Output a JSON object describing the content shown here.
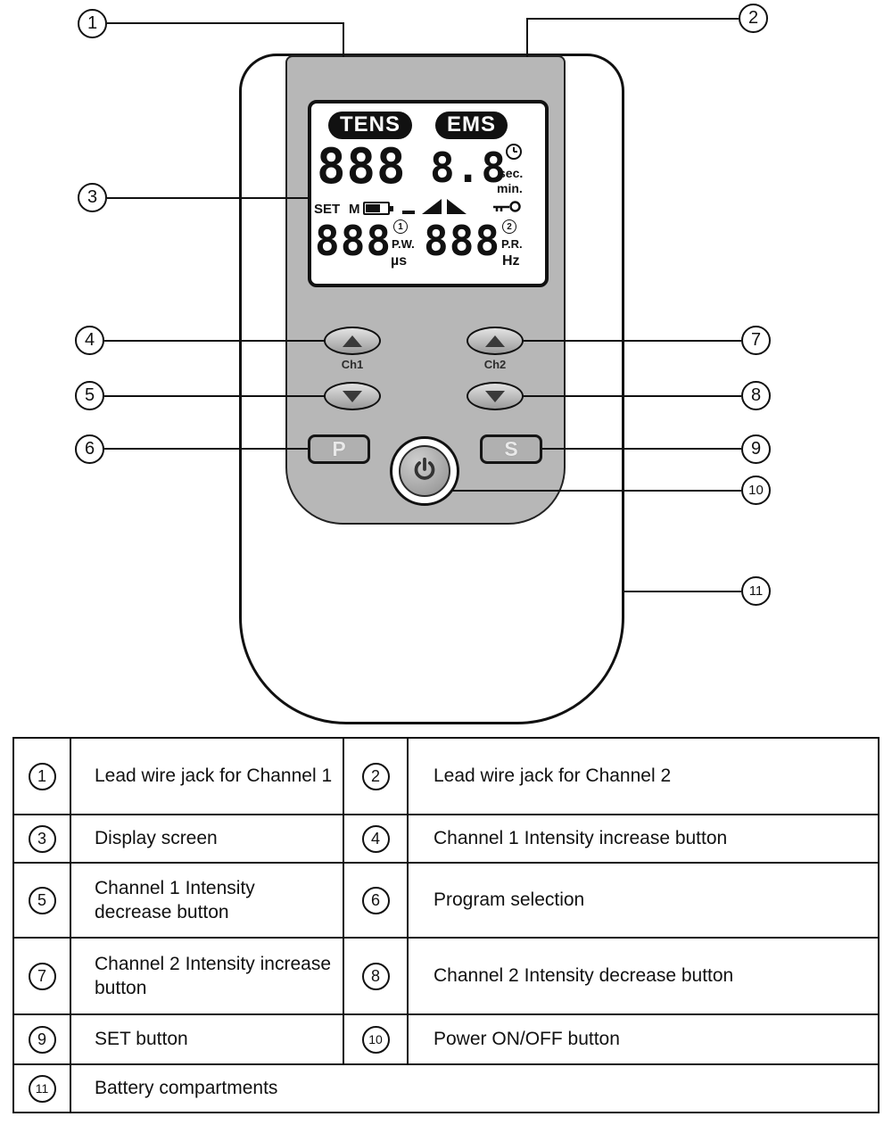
{
  "callouts": [
    "1",
    "2",
    "3",
    "4",
    "5",
    "6",
    "7",
    "8",
    "9",
    "10",
    "11"
  ],
  "device": {
    "display": {
      "tens": "TENS",
      "ems": "EMS",
      "main_digits": "888",
      "timer_digits": "8.8",
      "sec": "sec.",
      "min": "min.",
      "set": "SET",
      "memory": "M",
      "ch1_digits": "888",
      "ch1_index": "1",
      "pw": "P.W.",
      "us": "µs",
      "ch2_digits": "888",
      "ch2_index": "2",
      "pr": "P.R.",
      "hz": "Hz"
    },
    "controls": {
      "ch1": "Ch1",
      "ch2": "Ch2",
      "program": "P",
      "set": "S"
    }
  },
  "table": {
    "rows": [
      {
        "n1": "1",
        "d1": "Lead wire jack for Channel 1",
        "n2": "2",
        "d2": "Lead wire jack for Channel 2"
      },
      {
        "n1": "3",
        "d1": "Display screen",
        "n2": "4",
        "d2": "Channel 1 Intensity increase button"
      },
      {
        "n1": "5",
        "d1": "Channel 1 Intensity decrease button",
        "n2": "6",
        "d2": "Program selection"
      },
      {
        "n1": "7",
        "d1": "Channel 2 Intensity increase button",
        "n2": "8",
        "d2": "Channel 2 Intensity decrease button"
      },
      {
        "n1": "9",
        "d1": "SET button",
        "n2": "10",
        "d2": "Power ON/OFF button"
      },
      {
        "n1": "11",
        "d1": "Battery compartments"
      }
    ]
  }
}
